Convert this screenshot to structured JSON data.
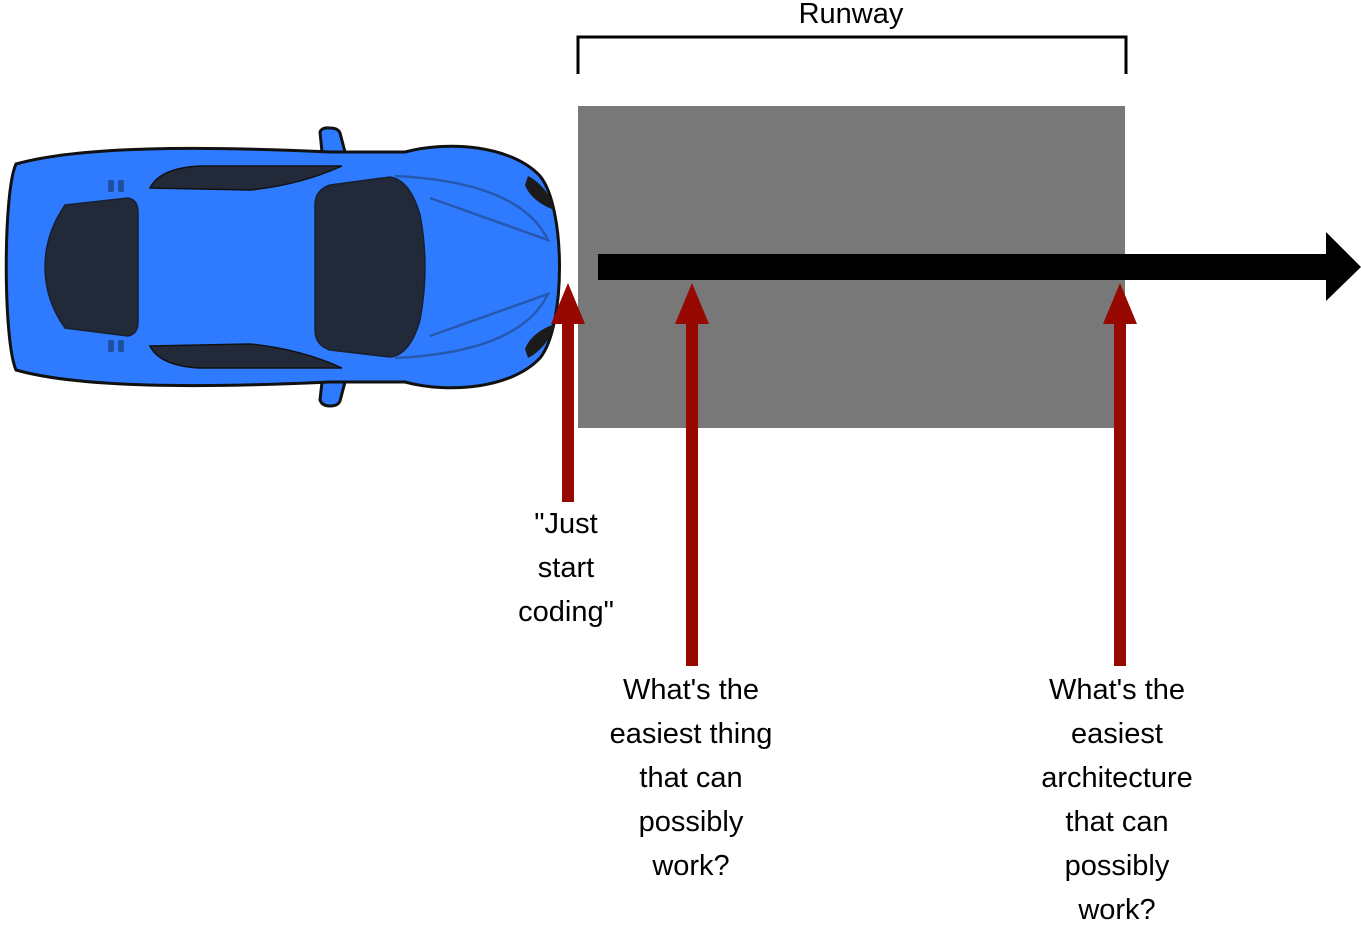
{
  "title": "Runway",
  "labels": [
    "\"Just\nstart\ncoding\"",
    "What's the\neasiest thing\nthat can\npossibly\nwork?",
    "What's the\neasiest\narchitecture\nthat can\npossibly\nwork?"
  ],
  "colors": {
    "car_body": "#2f7bff",
    "car_glass": "#222a3a",
    "runway": "#787878",
    "marker_arrow": "#960800",
    "direction_arrow": "#000000"
  }
}
